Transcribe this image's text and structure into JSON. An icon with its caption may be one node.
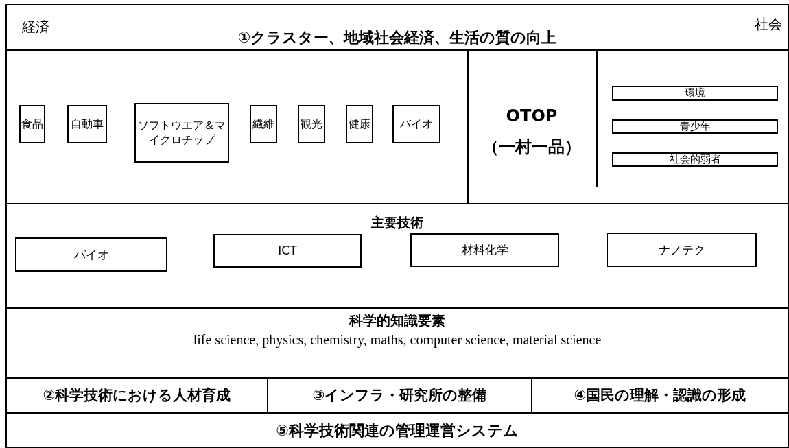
{
  "diagram": {
    "nodes": [
      {
        "text": [
          "経済",
          "①クラスター、地域社会経済、生活の質の向上",
          "社会"
        ]
      },
      {
        "text": [],
        "shape": "box"
      },
      {
        "text": [
          "食品"
        ],
        "in": 1
      },
      {
        "text": [
          "自動車"
        ],
        "in": 1
      },
      {
        "text": [
          "ソフトウエア＆マイクロチップ"
        ],
        "in": 1
      },
      {
        "text": [
          "繊維"
        ],
        "in": 1
      },
      {
        "text": [
          "観光"
        ],
        "in": 1
      },
      {
        "text": [
          "健康"
        ],
        "in": 1
      },
      {
        "text": [
          "バイオ"
        ],
        "in": 1
      },
      {
        "text": [
          "OTOP",
          "（一村一品）"
        ],
        "in": 1
      },
      {
        "text": [
          "環境"
        ],
        "in": 1
      },
      {
        "text": [
          "青少年"
        ],
        "in": 1
      },
      {
        "text": [
          "社会的弱者"
        ],
        "in": 1
      },
      {
        "text": [
          "主要技術"
        ]
      },
      {
        "text": [
          "バイオ"
        ],
        "in": 13
      },
      {
        "text": [
          "ICT"
        ],
        "in": 13
      },
      {
        "text": [
          "材料化学"
        ],
        "in": 13
      },
      {
        "text": [
          "ナノテク"
        ],
        "in": 13
      },
      {
        "text": [
          "科学的知識要素",
          "life science, physics, chemistry, maths, computer science, material science"
        ]
      },
      {
        "text": [
          "②科学技術における人材育成"
        ]
      },
      {
        "text": [
          "③インフラ・研究所の整備"
        ]
      },
      {
        "text": [
          "④国民の理解・認識の形成"
        ]
      },
      {
        "text": [
          "⑤科学技術関連の管理運営システム"
        ]
      }
    ]
  }
}
